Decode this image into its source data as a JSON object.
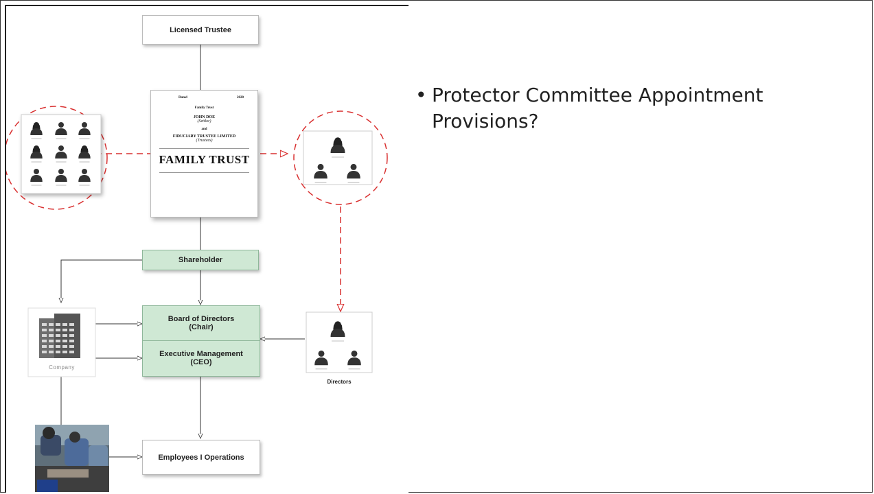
{
  "diagram": {
    "licensed_trustee": "Licensed Trustee",
    "shareholder": "Shareholder",
    "board": {
      "line1": "Board of Directors",
      "line2": "(Chair)"
    },
    "executive": {
      "line1": "Executive Management",
      "line2": "(CEO)"
    },
    "employees": "Employees I Operations",
    "company": "Company",
    "directors": "Directors",
    "trust_deed": {
      "dated": "Dated",
      "year": "2020",
      "family_trust_small": "Family Trust",
      "settlor_name": "JOHN DOE",
      "settlor_role": "(Settlor)",
      "and": "and",
      "trustee_name": "FIDUCIARY TRUSTEE LIMITED",
      "trustee_role": "(Trustees)",
      "title": "FAMILY TRUST"
    }
  },
  "bullets": [
    "Protector Committee Appointment Provisions?"
  ],
  "colors": {
    "green_box": "#cfe8d4",
    "red_dashed": "#d93030",
    "line": "#333333"
  }
}
